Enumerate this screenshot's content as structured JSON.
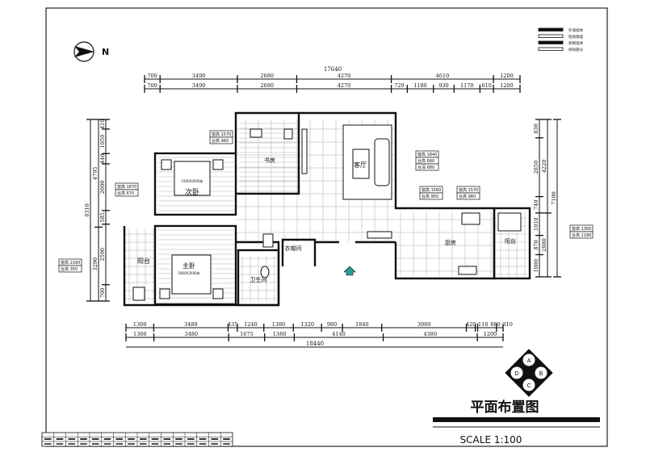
{
  "north_label": "N",
  "legend": {
    "items": [
      {
        "label": "外墙墙体",
        "style": "solid"
      },
      {
        "label": "轻质隔墙",
        "style": "hollow"
      },
      {
        "label": "新砌墙体",
        "style": "solid"
      },
      {
        "label": "拆除部分",
        "style": "hollow"
      }
    ]
  },
  "dimensions": {
    "top_total": "17640",
    "top_row1": [
      "700",
      "3490",
      "2680",
      "4270",
      "4610",
      "1200"
    ],
    "top_row2": [
      "700",
      "3490",
      "2680",
      "4270",
      "720",
      "1180",
      "930",
      "1170",
      "610",
      "1200"
    ],
    "bottom_row1": [
      "1300",
      "3480",
      "435",
      "1240",
      "1380",
      "1320",
      "980",
      "1840",
      "3960",
      "420",
      "110",
      "880",
      "310"
    ],
    "bottom_row2": [
      "1300",
      "3480",
      "1675",
      "1380",
      "4140",
      "4380",
      "1200"
    ],
    "bottom_total": "18440",
    "left_total": "8310",
    "left_mid": [
      "4795",
      "3290"
    ],
    "left_inner": [
      "410",
      "1050",
      "440",
      "2000",
      "585",
      "2590",
      "700"
    ],
    "right_inner": [
      "830",
      "2650",
      "740",
      "1010",
      "870",
      "1000"
    ],
    "right_mid": [
      "4220",
      "2880"
    ],
    "right_total": "7100"
  },
  "rooms": {
    "second_bedroom": "次卧",
    "second_bed_size": "1500X2000床",
    "study": "书房",
    "living_room": "客厅",
    "master_bedroom": "主卧",
    "master_bed_size": "1800X2000床",
    "balcony_west": "阳台",
    "bathroom": "卫生间",
    "closet": "衣帽间",
    "kitchen": "厨房",
    "balcony_east": "阳台"
  },
  "window_tags": [
    {
      "lines": [
        "窗高 1570",
        "台高 960"
      ]
    },
    {
      "lines": [
        "窗高 1870",
        "台高 670"
      ]
    },
    {
      "lines": [
        "窗高 2160",
        "台高 350"
      ]
    },
    {
      "lines": [
        "窗高 1840",
        "台高 680",
        "台深 680"
      ]
    },
    {
      "lines": [
        "窗高 1560",
        "台高 950"
      ]
    },
    {
      "lines": [
        "窗高 1570",
        "台高 980"
      ]
    },
    {
      "lines": [
        "窗高 1360",
        "台高 1180"
      ]
    }
  ],
  "compass": [
    "A",
    "B",
    "C",
    "D"
  ],
  "title": "平面布置图",
  "scale": "SCALE 1:100",
  "colors": {
    "entry_marker": "#2a9d9a",
    "line": "#111111"
  }
}
